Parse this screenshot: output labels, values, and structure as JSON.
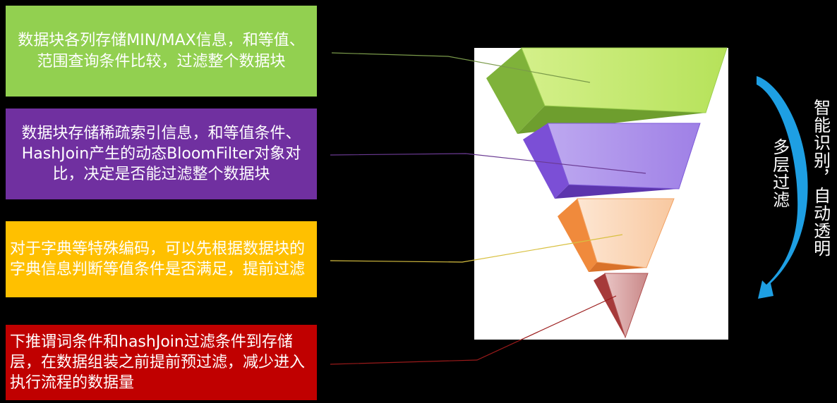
{
  "colors": {
    "background": "#000000",
    "green": "#92d050",
    "purple": "#7030a0",
    "orange": "#ffc000",
    "red": "#c00000",
    "arrow": "#1e9fe3"
  },
  "boxes": [
    {
      "text": "数据块各列存储MIN/MAX信息，和等值、范围查询条件比较，过滤整个数据块"
    },
    {
      "text": "数据块存储稀疏索引信息，和等值条件、HashJoin产生的动态BloomFilter对象对比，决定是否能过滤整个数据块"
    },
    {
      "text": "对于字典等特殊编码，可以先根据数据块的字典信息判断等值条件是否满足，提前过滤"
    },
    {
      "text": "下推谓词条件和hashJoin过滤条件到存储层，在数据组装之前提前预过滤，减少进入执行流程的数据量"
    }
  ],
  "side_labels": {
    "multi_layer": "多层过滤",
    "smart": "智能识别，自动透明"
  }
}
